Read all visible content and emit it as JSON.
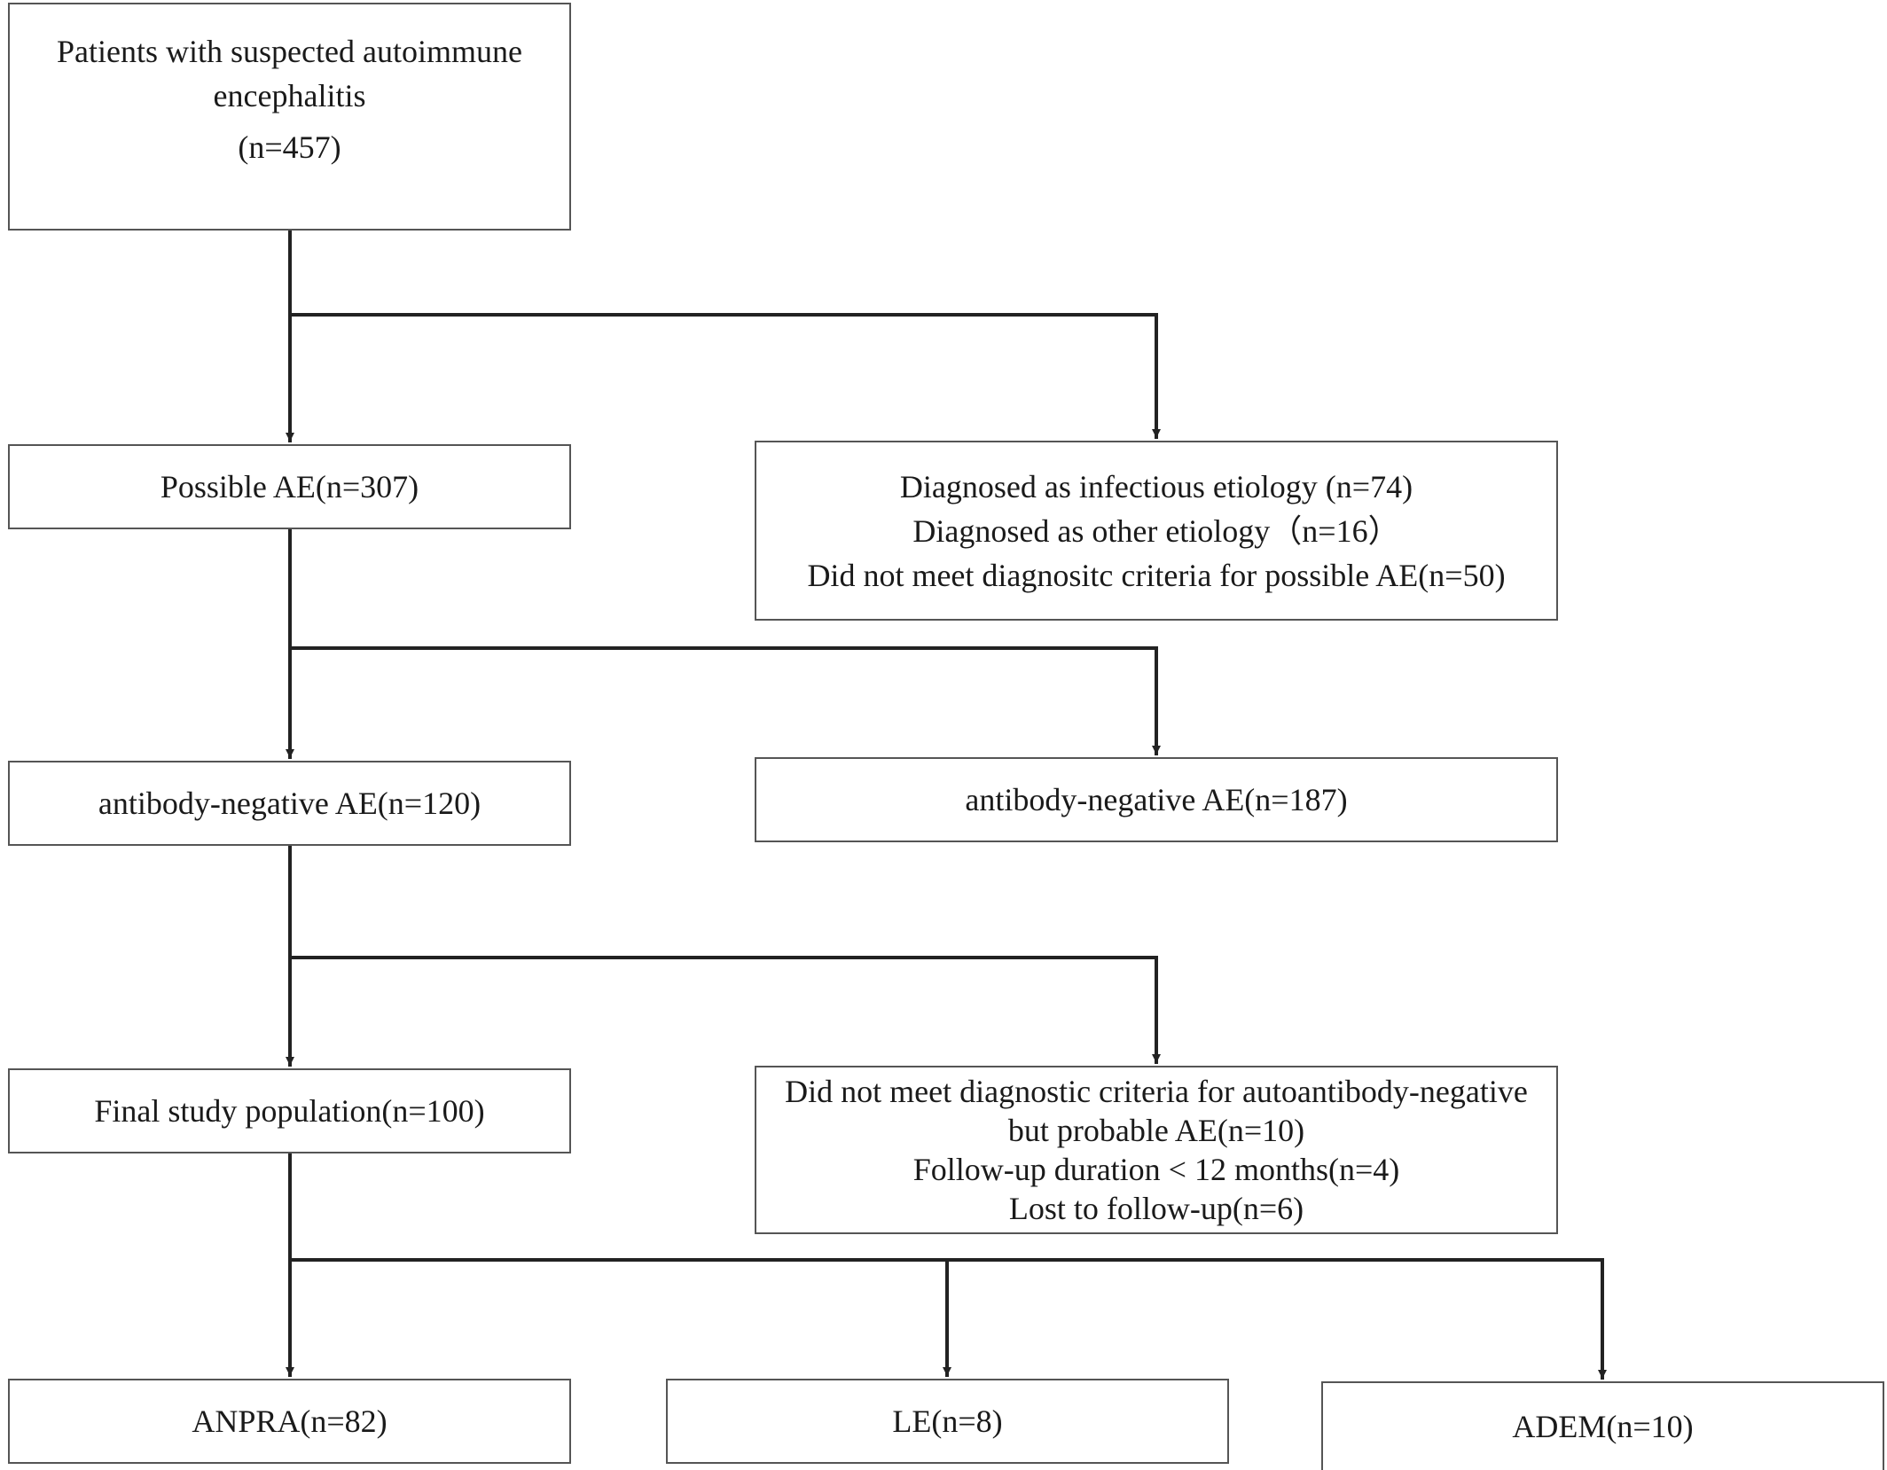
{
  "colors": {
    "line": "#222222",
    "border": "#555555",
    "text": "#1a1a1a",
    "background": "#ffffff"
  },
  "boxes": {
    "suspected": {
      "lines": [
        "Patients with suspected autoimmune",
        "encephalitis",
        "(n=457)"
      ]
    },
    "possible_ae": {
      "lines": [
        "Possible AE(n=307)"
      ]
    },
    "excluded_1": {
      "lines": [
        "Diagnosed as infectious etiology (n=74)",
        "Diagnosed as other etiology（n=16）",
        "Did not meet diagnositc criteria for possible AE(n=50)"
      ]
    },
    "antibody_neg_120": {
      "lines": [
        "antibody-negative AE(n=120)"
      ]
    },
    "antibody_neg_187": {
      "lines": [
        "antibody-negative AE(n=187)"
      ]
    },
    "final_population": {
      "lines": [
        "Final study population(n=100)"
      ]
    },
    "excluded_2": {
      "lines": [
        "Did not meet diagnostic criteria for autoantibody-negative",
        "but probable AE(n=10)",
        "Follow-up duration < 12 months(n=4)",
        "Lost to follow-up(n=6)"
      ]
    },
    "anpra": {
      "lines": [
        "ANPRA(n=82)"
      ]
    },
    "le": {
      "lines": [
        "LE(n=8)"
      ]
    },
    "adem": {
      "lines": [
        "ADEM(n=10)"
      ]
    }
  }
}
